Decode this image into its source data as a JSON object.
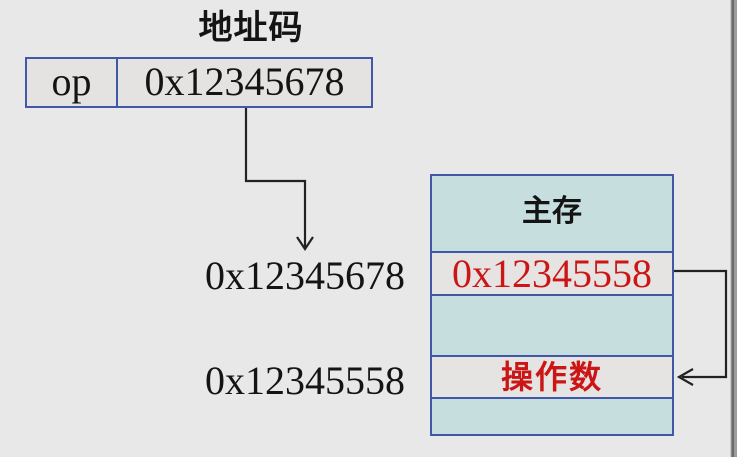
{
  "title": "地址码",
  "instruction": {
    "op_label": "op",
    "address_value": "0x12345678"
  },
  "left_labels": {
    "pointer_address": "0x12345678",
    "target_address": "0x12345558"
  },
  "memory": {
    "header": "主存",
    "rows": [
      {
        "text": "0x12345558"
      },
      {
        "text": ""
      },
      {
        "text": "操作数"
      },
      {
        "text": ""
      }
    ]
  },
  "colors": {
    "background": "#e8e8e8",
    "cell_gray": "#e4e3e1",
    "cell_teal": "#c6dfde",
    "border_blue": "#4157a8",
    "highlight_red": "#cc1616",
    "text_black": "#141414"
  }
}
